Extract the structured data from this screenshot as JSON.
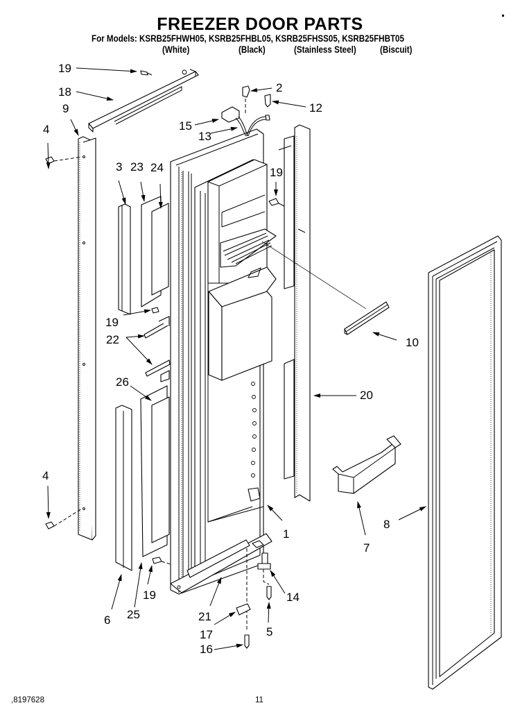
{
  "header": {
    "title": "FREEZER DOOR PARTS",
    "models_line": "For Models: KSRB25FHWH05, KSRB25FHBL05, KSRB25FHSS05, KSRB25FHBT05",
    "variants": [
      "(White)",
      "(Black)",
      "(Stainless Steel)",
      "(Biscuit)"
    ]
  },
  "callouts": {
    "c19_top": "19",
    "c18": "18",
    "c9": "9",
    "c4_top": "4",
    "c2": "2",
    "c12": "12",
    "c15": "15",
    "c13": "13",
    "c3": "3",
    "c23": "23",
    "c24": "24",
    "c19_right": "19",
    "c19_mid": "19",
    "c22": "22",
    "c10": "10",
    "c20": "20",
    "c26": "26",
    "c4_bottom": "4",
    "c1": "1",
    "c8": "8",
    "c7": "7",
    "c14": "14",
    "c19_bottom": "19",
    "c6": "6",
    "c25": "25",
    "c21": "21",
    "c5": "5",
    "c17": "17",
    "c16": "16"
  },
  "footer": {
    "doc_number": ",8197628",
    "page_number": "11"
  }
}
